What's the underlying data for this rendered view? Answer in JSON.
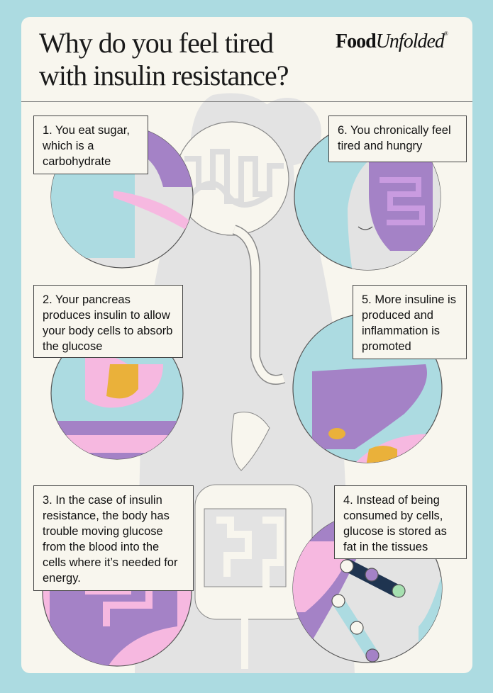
{
  "header": {
    "title": "Why do you feel tired with insulin resistance?",
    "logo_bold": "Food",
    "logo_italic": "Unfolded",
    "logo_mark": "®"
  },
  "steps": [
    {
      "text": "1. You eat sugar, which is a carbohydrate"
    },
    {
      "text": "2. Your pancreas produces insulin to allow your body cells to absorb the glucose"
    },
    {
      "text": "3. In the case of insulin resistance, the body has trouble moving glucose from the blood into the cells where it’s needed for energy."
    },
    {
      "text": "4. Instead of being consumed by cells, glucose is stored as fat in the tissues"
    },
    {
      "text": "5. More insuline is produced and inflammation is promoted"
    },
    {
      "text": "6. You chronically feel tired and hungry"
    }
  ],
  "colors": {
    "background": "#acdbe1",
    "card": "#f8f6ee",
    "purple": "#a482c6",
    "pink": "#f6b8e0",
    "yellow": "#eab13a",
    "blue": "#acdbe1",
    "gray": "#e3e3e3",
    "navy": "#1f3450",
    "green": "#a6e0b0"
  }
}
